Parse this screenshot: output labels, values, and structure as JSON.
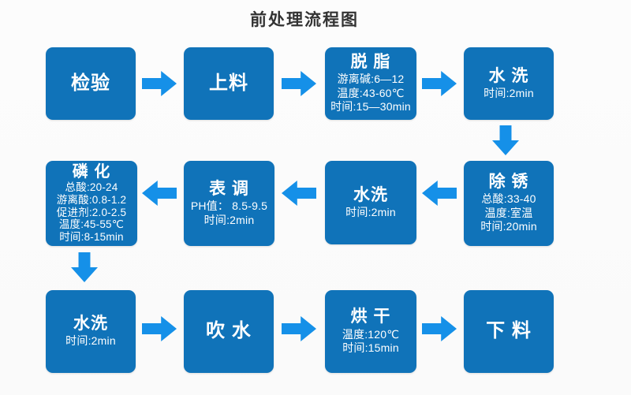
{
  "title": "前处理流程图",
  "colors": {
    "box": "#1073b9",
    "arrow": "#1590e8",
    "title_text": "#333333",
    "node_text": "#ffffff"
  },
  "nodes": {
    "jianyan": {
      "title": "检验",
      "lines": []
    },
    "shangliao": {
      "title": "上料",
      "lines": []
    },
    "tuozhi": {
      "title": "脱 脂",
      "lines": [
        "游离碱:6—12",
        "温度:43-60℃",
        "时间:15—30min"
      ]
    },
    "shuixi1": {
      "title": "水 洗",
      "lines": [
        "时间:2min"
      ]
    },
    "chuxiu": {
      "title": "除 锈",
      "lines": [
        "总酸:33-40",
        "温度:室温",
        "时间:20min"
      ]
    },
    "shuixi2": {
      "title": "水洗",
      "lines": [
        "时间:2min"
      ]
    },
    "biaotiao": {
      "title": "表 调",
      "lines": [
        "PH值： 8.5-9.5",
        "时间:2min"
      ]
    },
    "linhua": {
      "title": "磷 化",
      "lines": [
        "总酸:20-24",
        "游离酸:0.8-1.2",
        "促进剂:2.0-2.5",
        "温度:45-55℃",
        "时间:8-15min"
      ]
    },
    "shuixi3": {
      "title": "水洗",
      "lines": [
        "时间:2min"
      ]
    },
    "chuishui": {
      "title": "吹 水",
      "lines": []
    },
    "honggan": {
      "title": "烘 干",
      "lines": [
        "温度:120℃",
        "时间:15min"
      ]
    },
    "xialiao": {
      "title": "下 料",
      "lines": []
    }
  },
  "flow_order_row1": [
    "检验",
    "上料",
    "脱脂",
    "水洗"
  ],
  "flow_order_row2": [
    "除锈",
    "水洗",
    "表调",
    "磷化"
  ],
  "flow_order_row3": [
    "水洗",
    "吹水",
    "烘干",
    "下料"
  ]
}
